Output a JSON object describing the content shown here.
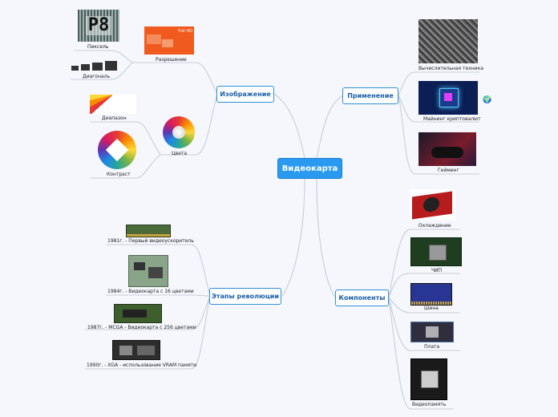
{
  "central": "Видеокарта",
  "branches": {
    "image": "Изображение",
    "apply": "Применение",
    "stages": "Этапы революции",
    "comp": "Компоненты"
  },
  "image_items": {
    "pixel": "Пиксель",
    "pixel_pic": "P8",
    "diag": "Диагональ",
    "res": "Разрешение",
    "res_pic": "Full HD",
    "range": "Диапазон",
    "contrast": "Контраст",
    "colors": "Цвета"
  },
  "apply_items": {
    "comp": "Вычислительная техника",
    "mining": "Майнинг криптовалют",
    "gaming": "Гейминг"
  },
  "stages_items": {
    "s1981": "1981г. - Первый видеоускоритель",
    "s1984": "1984г. - Видеокарта с 16 цветами",
    "s1987": "1987г. - MCGA - Видеокарта с 256 цветами",
    "s1990": "1990г. - XGA - использование VRAM памяти"
  },
  "comp_items": {
    "cool": "Охлаждение",
    "chip": "ЧИП",
    "bus": "Шина",
    "board": "Плата",
    "vram": "Видеопамять"
  },
  "colors": {
    "accent": "#2a9af0",
    "border": "#2d8fd8",
    "line": "#c6cdd8"
  }
}
